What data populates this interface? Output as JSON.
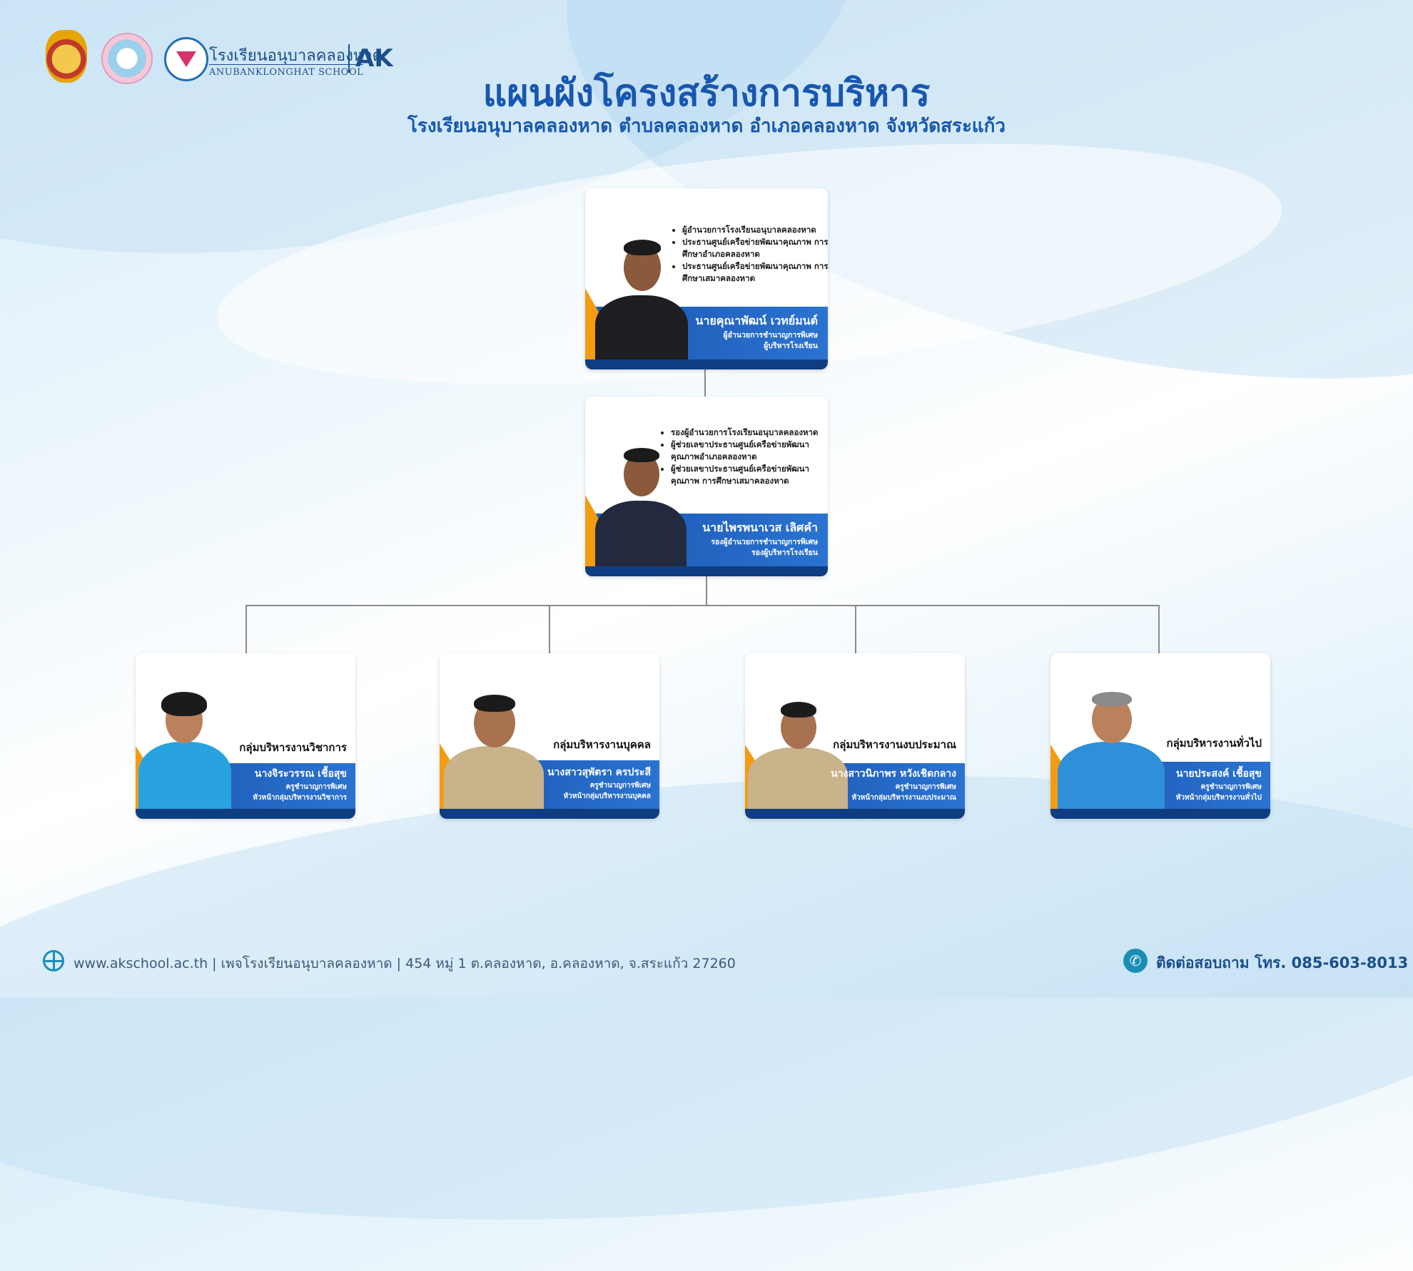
{
  "header": {
    "school_name_th": "โรงเรียนอนุบาลคลองหาด",
    "school_name_en": "ANUBANKLONGHAT SCHOOL",
    "brand": "AK",
    "title": "แผนผังโครงสร้างการบริหาร",
    "subtitle": "โรงเรียนอนุบาลคลองหาด ตำบลคลองหาด อำเภอคลองหาด จังหวัดสระแก้ว"
  },
  "director": {
    "roles": [
      "ผู้อำนวยการโรงเรียนอนุบาลคลองหาด",
      "ประธานศูนย์เครือข่ายพัฒนาคุณภาพ การศึกษาอำเภอคลองหาด",
      "ประธานศูนย์เครือข่ายพัฒนาคุณภาพ การศึกษาเสมาคลองหาด"
    ],
    "name": "นายคุณาพัฒน์ เวทย์มนต์",
    "position": "ผู้อำนวยการชำนาญการพิเศษ",
    "title": "ผู้บริหารโรงเรียน"
  },
  "deputy": {
    "roles": [
      "รองผู้อำนวยการโรงเรียนอนุบาลคลองหาด",
      "ผู้ช่วยเลขาประธานศูนย์เครือข่ายพัฒนา คุณภาพอำเภอคลองหาด",
      "ผู้ช่วยเลขาประธานศูนย์เครือข่ายพัฒนา คุณภาพ การศึกษาเสมาคลองหาด"
    ],
    "name": "นายไพรพนาเวส เลิศคำ",
    "position": "รองผู้อำนวยการชำนาญการพิเศษ",
    "title": "รองผู้บริหารโรงเรียน"
  },
  "groups": [
    {
      "group": "กลุ่มบริหารงานวิชาการ",
      "name": "นางจิระวรรณ เชื้อสุข",
      "position": "ครูชำนาญการพิเศษ",
      "title": "หัวหน้ากลุ่มบริหารงานวิชาการ"
    },
    {
      "group": "กลุ่มบริหารงานบุคคล",
      "name": "นางสาวสุพัตรา ครประสี",
      "position": "ครูชำนาญการพิเศษ",
      "title": "หัวหน้ากลุ่มบริหารงานบุคคล"
    },
    {
      "group": "กลุ่มบริหารงานงบประมาณ",
      "name": "นางสาวนิภาพร หวังเชิดกลาง",
      "position": "ครูชำนาญการพิเศษ",
      "title": "หัวหน้ากลุ่มบริหารงานงบประมาณ"
    },
    {
      "group": "กลุ่มบริหารงานทั่วไป",
      "name": "นายประสงค์ เชื้อสุข",
      "position": "ครูชำนาญการพิเศษ",
      "title": "หัวหน้ากลุ่มบริหารงานทั่วไป"
    }
  ],
  "footer": {
    "info": "www.akschool.ac.th | เพจโรงเรียนอนุบาลคลองหาด | 454 หมู่ 1 ต.คลองหาด, อ.คลองหาด, จ.สระแก้ว 27260",
    "contact": "ติดต่อสอบถาม โทร. 085-603-8013"
  },
  "colors": {
    "primary": "#1757b0",
    "band": "#1a56b0",
    "accent": "#f39c12",
    "footer_icon": "#1a8fb5"
  },
  "icons": {
    "website": "globe-icon",
    "phone": "phone-icon"
  }
}
